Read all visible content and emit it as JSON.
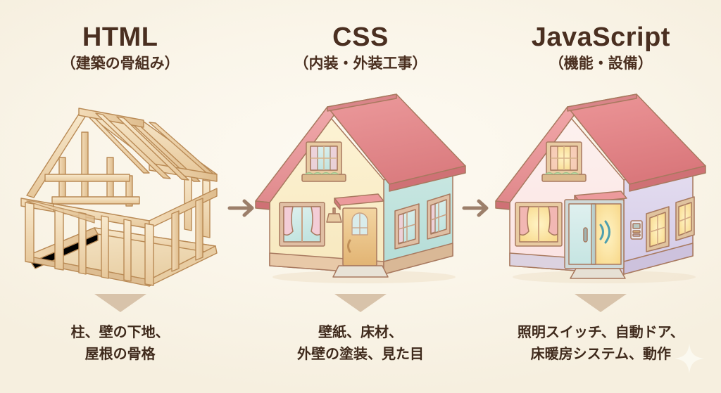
{
  "page": {
    "background_color": "#faf5e9",
    "heading_color": "#4a2f20",
    "caption_color": "#3f2a1c",
    "arrow_color": "#9c7f6a"
  },
  "columns": [
    {
      "title": "HTML",
      "subtitle": "（建築の骨組み）",
      "illustration": "wooden-house-frame",
      "caption_lines": [
        "柱、壁の下地、",
        "屋根の骨格"
      ]
    },
    {
      "title": "CSS",
      "subtitle": "（内装・外装工事）",
      "illustration": "finished-house",
      "caption_lines": [
        "壁紙、床材、",
        "外壁の塗装、見た目"
      ]
    },
    {
      "title": "JavaScript",
      "subtitle": "（機能・設備）",
      "illustration": "smart-house",
      "caption_lines": [
        "照明スイッチ、自動ドア、",
        "床暖房システム、動作"
      ]
    }
  ],
  "connectors": [
    {
      "name": "arrow-html-to-css",
      "direction": "right"
    },
    {
      "name": "arrow-css-to-js",
      "direction": "right"
    }
  ],
  "colors": {
    "wood_light": "#f4dfbc",
    "wood_mid": "#e2c193",
    "wood_dark": "#c49a63",
    "roof_red": "#e58d90",
    "roof_red_dark": "#d4787c",
    "wall_cream": "#fdf0cd",
    "wall_teal": "#c3e4e0",
    "wall_lilac": "#ded7ec",
    "wall_pink": "#fbe3e3",
    "window_glass": "#cfe9e6",
    "window_glow": "#fbe09a",
    "door_wood": "#eec58e",
    "curtain_pink": "#f3cdd7"
  }
}
